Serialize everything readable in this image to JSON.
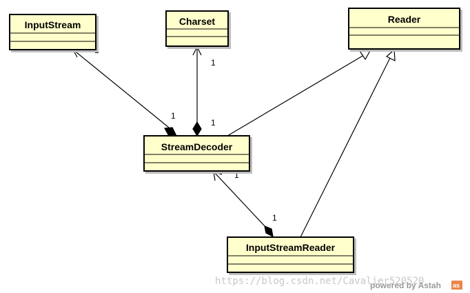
{
  "classes": {
    "inputstream": "InputStream",
    "charset": "Charset",
    "reader": "Reader",
    "streamdecoder": "StreamDecoder",
    "inputstreamreader": "InputStreamReader"
  },
  "multiplicities": {
    "sd_to_inputstream_target": "1",
    "sd_to_inputstream_source": "1",
    "sd_to_charset_target": "1",
    "sd_to_charset_source": "1",
    "isr_to_sd_target": "1",
    "isr_to_sd_source": "1"
  },
  "watermark": "https://blog.csdn.net/Cavalier520520",
  "branding": {
    "text": "powered by Astah",
    "badge": "as"
  },
  "colors": {
    "class_fill": "#ffffcc",
    "stroke": "#000000"
  }
}
